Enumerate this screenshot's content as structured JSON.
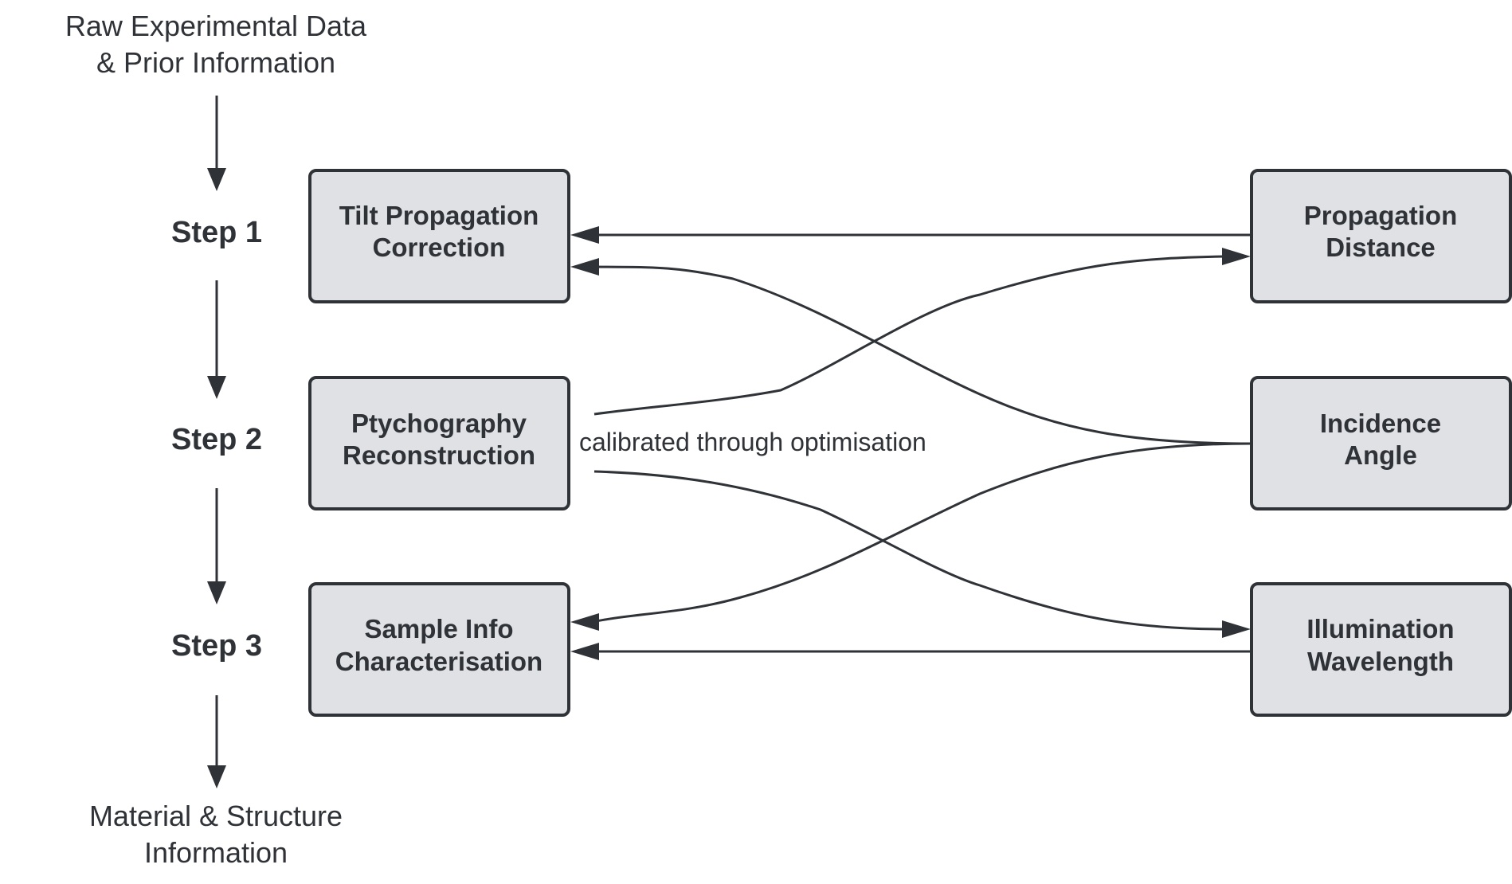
{
  "colors": {
    "ink": "#2f3237",
    "box_fill": "#dfe1e5",
    "background": "#ffffff"
  },
  "input": {
    "line1": "Raw Experimental Data",
    "line2": "& Prior Information"
  },
  "output": {
    "line1": "Material & Structure",
    "line2": "Information"
  },
  "steps": [
    {
      "label": "Step 1"
    },
    {
      "label": "Step 2"
    },
    {
      "label": "Step 3"
    }
  ],
  "processes": [
    {
      "line1": "Tilt Propagation",
      "line2": "Correction"
    },
    {
      "line1": "Ptychography",
      "line2": "Reconstruction"
    },
    {
      "line1": "Sample Info",
      "line2": "Characterisation"
    }
  ],
  "parameters": [
    {
      "line1": "Propagation",
      "line2": "Distance"
    },
    {
      "line1": "Incidence",
      "line2": "Angle"
    },
    {
      "line1": "Illumination",
      "line2": "Wavelength"
    }
  ],
  "edge_label": "calibrated through optimisation",
  "connections": [
    {
      "from": "Propagation Distance",
      "to": "Tilt Propagation Correction"
    },
    {
      "from": "Incidence Angle",
      "to": "Tilt Propagation Correction"
    },
    {
      "from": "Ptychography Reconstruction",
      "to": "Propagation Distance"
    },
    {
      "from": "Ptychography Reconstruction",
      "to": "Illumination Wavelength"
    },
    {
      "from": "Incidence Angle",
      "to": "Sample Info Characterisation"
    },
    {
      "from": "Illumination Wavelength",
      "to": "Sample Info Characterisation"
    }
  ]
}
